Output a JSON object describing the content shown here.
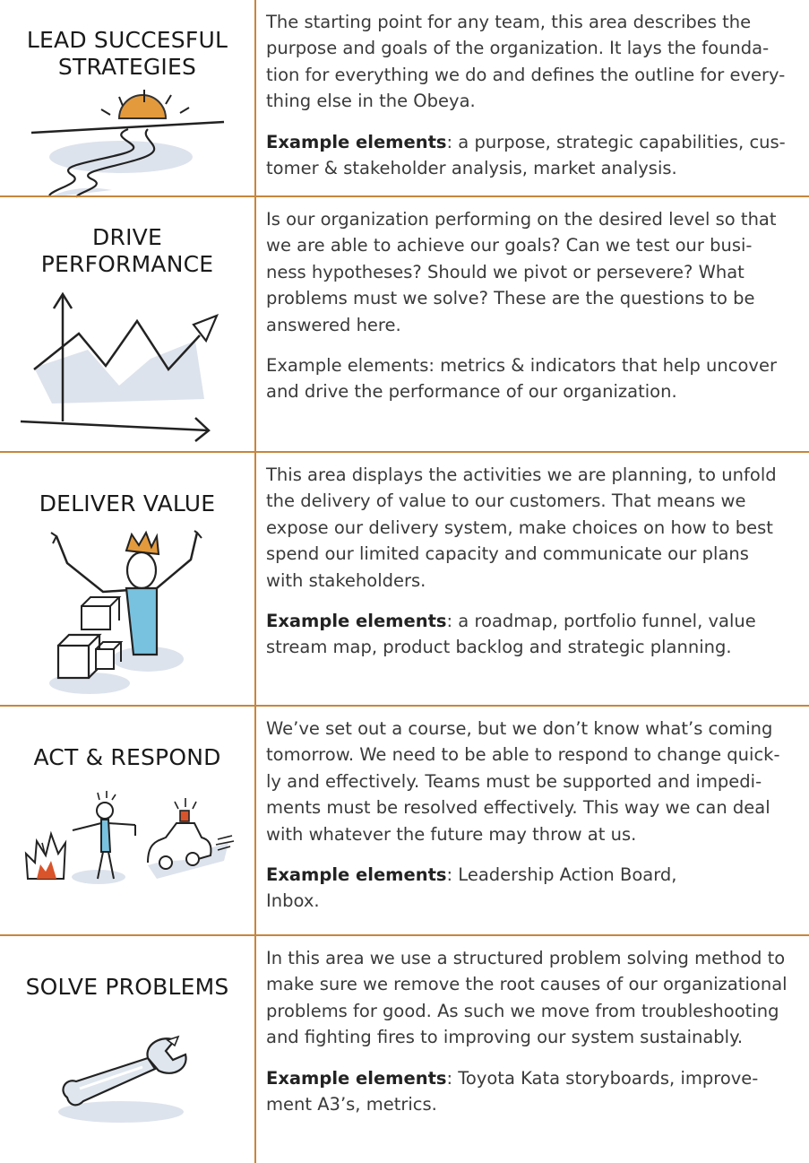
{
  "rows": [
    {
      "title_lines": [
        "LEAD SUCCESFUL",
        "STRATEGIES"
      ],
      "icon": "sunrise-road-icon",
      "text_lines": [
        "The starting point for any team, this area describes the",
        "purpose and goals of the organization. It lays the founda-",
        "tion for everything we do and defines the outline for every-",
        "thing else in the Obeya."
      ],
      "example_label": "Example elements",
      "example_lines": [
        ": a purpose, strategic capabilities, cus-",
        "tomer & stakeholder analysis, market analysis."
      ]
    },
    {
      "title_lines": [
        "DRIVE",
        "PERFORMANCE"
      ],
      "icon": "line-chart-icon",
      "text_lines": [
        "Is our organization performing on the desired level so that",
        "we are able to achieve our goals? Can we test our busi-",
        "ness hypotheses? Should we pivot or persevere? What",
        "problems must we solve? These are the questions to be",
        "answered here."
      ],
      "example_label": "",
      "example_lines": [
        "Example elements: metrics & indicators that help uncover",
        "and drive the performance of our organization."
      ]
    },
    {
      "title_lines": [
        "DELIVER VALUE"
      ],
      "icon": "crowned-person-blocks-icon",
      "text_lines": [
        "This area displays the activities we are planning, to unfold",
        "the delivery of value to our customers. That means we",
        "expose our delivery system, make choices on how to best",
        "spend our limited capacity and communicate our plans",
        "with stakeholders."
      ],
      "example_label": "Example elements",
      "example_lines": [
        ": a roadmap, portfolio funnel, value",
        "stream map, product backlog and strategic planning."
      ]
    },
    {
      "title_lines": [
        "ACT & RESPOND"
      ],
      "icon": "fire-person-police-car-icon",
      "text_lines": [
        "We’ve set out a course, but we don’t know what’s coming",
        "tomorrow. We need to be able to respond to change quick-",
        "ly and effectively. Teams must be supported and impedi-",
        "ments must be resolved effectively. This way we can deal",
        "with whatever the future may throw at us."
      ],
      "example_label": "Example elements",
      "example_lines": [
        ": Leadership Action Board,",
        "Inbox."
      ]
    },
    {
      "title_lines": [
        "SOLVE PROBLEMS"
      ],
      "icon": "wrench-icon",
      "text_lines": [
        "In this area we use a structured problem solving method to",
        "make sure we remove the root causes of our organizational",
        "problems for good. As such we move from troubleshooting",
        "and fighting fires to improving our system sustainably."
      ],
      "example_label": "Example elements",
      "example_lines": [
        ": Toyota Kata storyboards, improve-",
        "ment A3’s, metrics."
      ]
    }
  ]
}
